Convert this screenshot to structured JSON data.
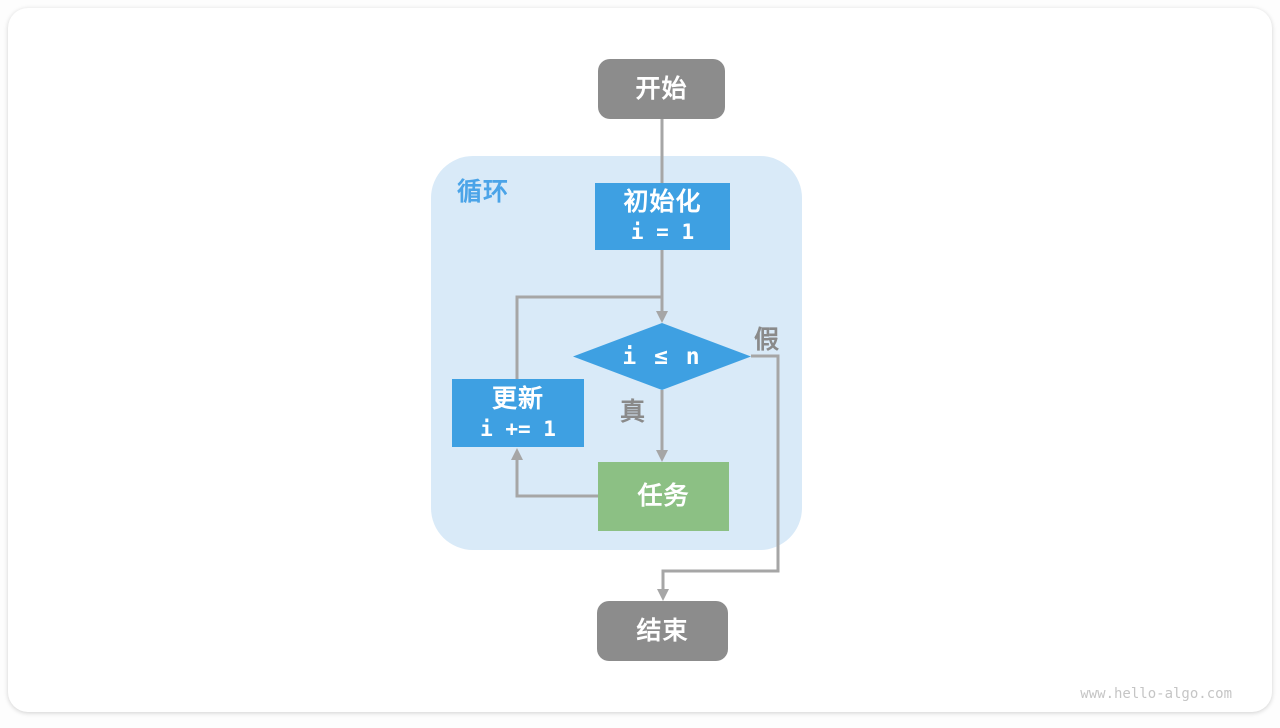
{
  "flowchart": {
    "loop_label": "循环",
    "nodes": {
      "start": {
        "label": "开始"
      },
      "init": {
        "label": "初始化",
        "code": "i = 1"
      },
      "condition": {
        "label": "i ≤ n"
      },
      "update": {
        "label": "更新",
        "code": "i += 1"
      },
      "task": {
        "label": "任务"
      },
      "end": {
        "label": "结束"
      }
    },
    "branch_labels": {
      "true": "真",
      "false": "假"
    }
  },
  "watermark": "www.hello-algo.com",
  "colors": {
    "terminal-gray": "#8C8C8C",
    "process-blue": "#3EA0E2",
    "task-green": "#8CC084",
    "loop-bg": "#D9EAF8",
    "loop-label-blue": "#4BA4E8",
    "connector-gray": "#A6A6A6",
    "branch-label-gray": "#8A8A8A",
    "watermark-gray": "#C5C5C5"
  }
}
